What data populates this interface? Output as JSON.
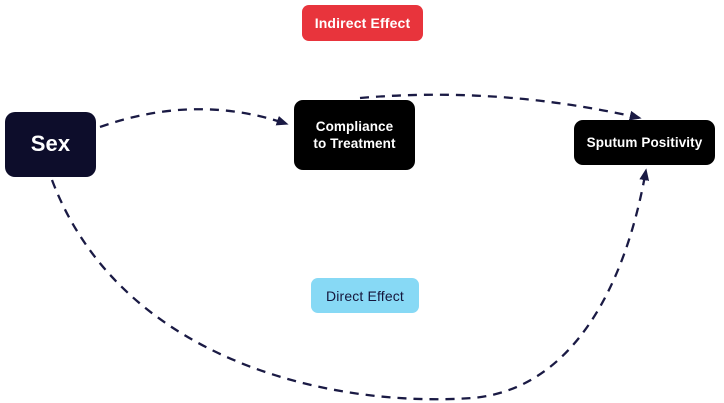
{
  "diagram": {
    "title": "Mediation diagram: Sex, Compliance to Treatment, Sputum Positivity",
    "background_color": "#ffffff",
    "edge_color": "#1a1a44",
    "nodes": [
      {
        "id": "sex",
        "label": "Sex",
        "fill": "#0d0d2b",
        "text_color": "#ffffff"
      },
      {
        "id": "compliance",
        "label": "Compliance\nto Treatment",
        "fill": "#000000",
        "text_color": "#ffffff"
      },
      {
        "id": "sputum",
        "label": "Sputum Positivity",
        "fill": "#000000",
        "text_color": "#ffffff"
      }
    ],
    "badges": [
      {
        "id": "indirect",
        "label": "Indirect Effect",
        "fill": "#e8343c",
        "text_color": "#ffffff"
      },
      {
        "id": "direct",
        "label": "Direct Effect",
        "fill": "#87d9f5",
        "text_color": "#15163c"
      }
    ],
    "edges": [
      {
        "id": "sex-to-compliance",
        "from": "Sex",
        "to": "Compliance to Treatment",
        "style": "dashed",
        "arrow": "triangle",
        "effect": "Indirect Effect"
      },
      {
        "id": "compliance-to-sputum",
        "from": "Compliance to Treatment",
        "to": "Sputum Positivity",
        "style": "dashed",
        "arrow": "triangle",
        "effect": "Indirect Effect"
      },
      {
        "id": "sex-to-sputum",
        "from": "Sex",
        "to": "Sputum Positivity",
        "style": "dashed",
        "arrow": "triangle",
        "effect": "Direct Effect"
      }
    ]
  }
}
